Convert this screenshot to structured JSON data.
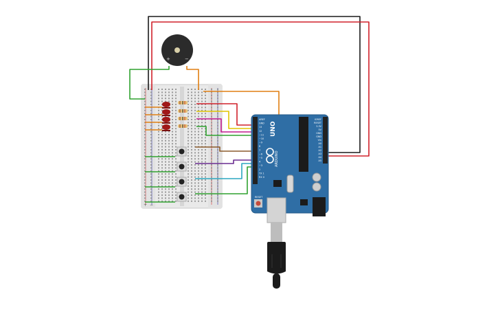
{
  "board": {
    "model_label": "UNO",
    "brand_label": "ARDUINO",
    "reset_label": "RESET",
    "header_power_labels": [
      "IOREF",
      "RESET",
      "3.3V",
      "5V",
      "GND",
      "GND",
      "Vin"
    ],
    "header_analog_labels": [
      "A0",
      "A1",
      "A2",
      "A3",
      "A4",
      "A5"
    ],
    "header_digital_labels": [
      "AREF",
      "GND",
      "13",
      "12",
      "~11",
      "~10",
      "~9",
      "8",
      "7",
      "~6",
      "~5",
      "4",
      "~3",
      "2",
      "TX 1",
      "RX 0"
    ]
  },
  "buzzer": {
    "plus_label": "+",
    "minus_label": "−"
  },
  "breadboard": {
    "rail_plus": "+",
    "rail_minus": "−"
  },
  "colors": {
    "wire_black": "#1a1a1a",
    "wire_red": "#d0202a",
    "wire_green": "#2fa12f",
    "wire_orange": "#e07f12",
    "wire_yellow": "#e0c400",
    "wire_magenta": "#c2188e",
    "wire_brown": "#8b5a2b",
    "wire_purple": "#6a2c91",
    "wire_cyan": "#2aa7c0",
    "board_blue": "#2f6ea5",
    "led_red": "#a01818",
    "resistor_tan": "#e6c27a"
  }
}
